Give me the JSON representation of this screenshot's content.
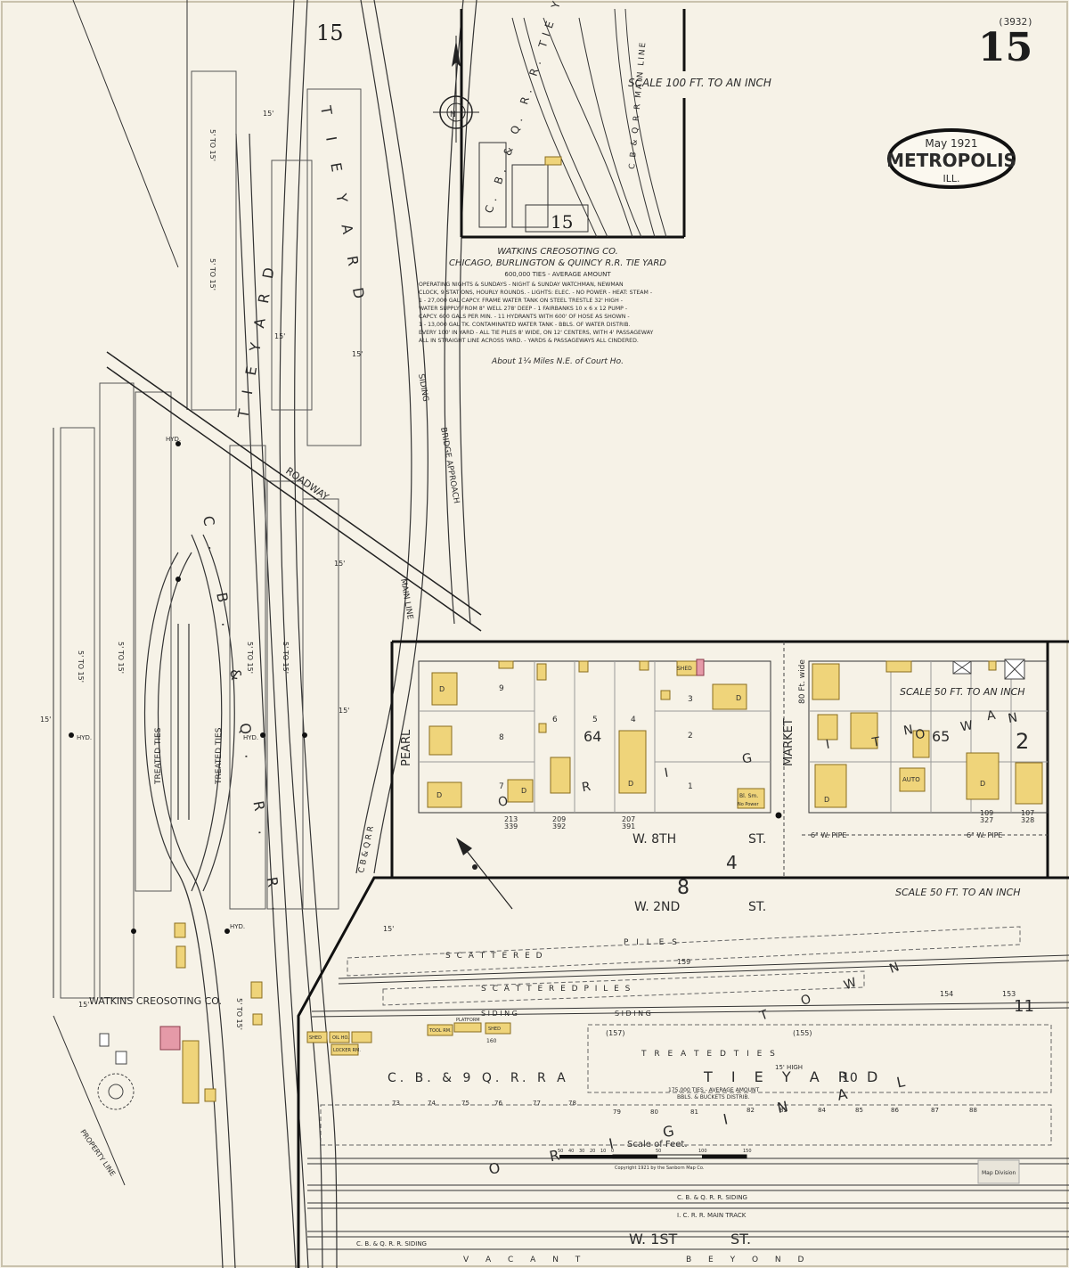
{
  "sheet": {
    "number": "15",
    "catalog_number": "(3932)",
    "inset_number": "15",
    "inset_number_small": "15"
  },
  "title_cartouche": {
    "date": "May 1921",
    "city": "METROPOLIS",
    "state": "ILL."
  },
  "inset": {
    "scale": "SCALE 100 FT. TO AN INCH",
    "rail_label": "C. B. & Q. R. R. TIE YARD",
    "rail_label_vertical": "C B & Q R R MAIN LINE",
    "company": "WATKINS CREOSOTING CO.",
    "subtitle": "CHICAGO, BURLINGTON & QUINCY R.R. TIE YARD",
    "amount": "600,000 TIES - AVERAGE AMOUNT",
    "notes": [
      "OPERATING NIGHTS & SUNDAYS - NIGHT & SUNDAY WATCHMAN, NEWMAN",
      "CLOCK, 9 STATIONS, HOURLY ROUNDS. - LIGHTS: ELEC. - NO POWER - HEAT: STEAM -",
      "1 - 27,000 GAL CAPCY. FRAME WATER TANK ON STEEL TRESTLE 32' HIGH -",
      "WATER SUPPLY FROM 8\" WELL 278' DEEP - 1 FAIRBANKS 10 x 6 x 12 PUMP -",
      "CAPCY. 600 GALS PER MIN. - 11 HYDRANTS WITH 600' OF HOSE AS SHOWN -",
      "1 - 13,000 GAL TK. CONTAMINATED WATER TANK - BBLS. OF WATER DISTRIB.",
      "EVERY 100' IN YARD - ALL TIE PILES 8' WIDE, ON 12' CENTERS, WITH 4' PASSAGEWAY",
      "ALL IN STRAIGHT LINE ACROSS YARD. - YARDS & PASSAGEWAYS ALL CINDERED."
    ],
    "location": "About 1¼ Miles N.E. of Court Ho."
  },
  "labels": {
    "tie_yard_vertical": "T I E   Y A R D",
    "cbq_vertical": "C.  B.  &  Q.  R.  R.",
    "roadway": "ROADWAY",
    "watkins": "WATKINS CREOSOTING CO.",
    "property_line": "PROPERTY LINE",
    "main_line": "MAIN LINE",
    "bridge_approach": "BRIDGE APPROACH",
    "siding": "SIDING",
    "five_to_15": "5' TO 15'",
    "fifteen": "15'",
    "treated_ties": "TREATED TIES",
    "hyd": "HYD.",
    "cbqrr_small": "C B & Q R R"
  },
  "blocks_upper": {
    "scale": "SCALE 50 FT. TO AN INCH",
    "pearl": "PEARL",
    "market": "MARKET",
    "market_width": "80 Ft. wide",
    "w8th": "W. 8TH",
    "st": "ST.",
    "block64": "64",
    "block65": "65",
    "original": "O R I G I N A L",
    "town": "T O W N",
    "four": "4",
    "two": "2",
    "pipe": "6\" W. PIPE",
    "addr": [
      "213",
      "339",
      "209",
      "392",
      "207",
      "391",
      "109",
      "327",
      "107",
      "328"
    ],
    "lot_nums": [
      "9",
      "8",
      "7",
      "6",
      "5",
      "4",
      "3",
      "2",
      "1"
    ],
    "d": "D",
    "shed": "SHED",
    "auto": "AUTO",
    "bl_sm": "Bl. Sm.",
    "no_power": "No Power"
  },
  "blocks_lower": {
    "scale": "SCALE 50 FT. TO AN INCH",
    "w2nd": "W. 2ND",
    "st": "ST.",
    "eight": "8",
    "piles": "P I L E S",
    "scattered": "S C A T T E R E D",
    "scattered_piles": "S C A T T E R E D   P I L E S",
    "siding": "S I D I N G",
    "treated_ties": "T R E A T E D   T I E S",
    "fifteen_high": "15' HIGH",
    "cbq": "C.   B.   &   9 Q.   R.   R A",
    "tie_yard": "T I E   Y A R D",
    "ten": "10",
    "eleven": "11",
    "town": "T O W N",
    "original": "O R I G I N A L",
    "amount": "175,000 TIES - AVERAGE AMOUNT",
    "bbls": "BBLS. & BUCKETS DISTRIB.",
    "scale_of_feet": "Scale of Feet.",
    "scale_ticks": [
      "50",
      "40",
      "30",
      "20",
      "10",
      "0",
      "50",
      "100",
      "150"
    ],
    "copyright": "Copyright 1921 by the Sanborn Map Co.",
    "cbq_siding": "C. B. & Q. R. R. SIDING",
    "icrr_main": "I. C. R. R. MAIN TRACK",
    "cbq_siding2": "C. B. & Q. R. R. SIDING",
    "w1st": "W. 1ST",
    "vacant": "V A C A N T",
    "beyond": "B E Y O N D",
    "nums_top": [
      "159",
      "154",
      "153"
    ],
    "nums_mid": [
      "(157)",
      "(155)"
    ],
    "nums_low": [
      "73",
      "74",
      "75",
      "76",
      "77",
      "78",
      "79",
      "80",
      "81",
      "82",
      "83",
      "84",
      "85",
      "86",
      "87",
      "88"
    ],
    "shed": "SHED",
    "platform": "PLATFORM",
    "oil_ho": "OIL HO.",
    "locker": "LOCKER RM.",
    "tool": "TOOL RM.",
    "sixteen": "160",
    "stamp": "Map Division"
  },
  "colors": {
    "paper": "#f6f2e7",
    "frame": "#1a1a1a",
    "ink": "#2b2b2b",
    "dwelling": "#efd47a",
    "dwelling_stroke": "#8a6d1f",
    "brick": "#e59aa8"
  }
}
